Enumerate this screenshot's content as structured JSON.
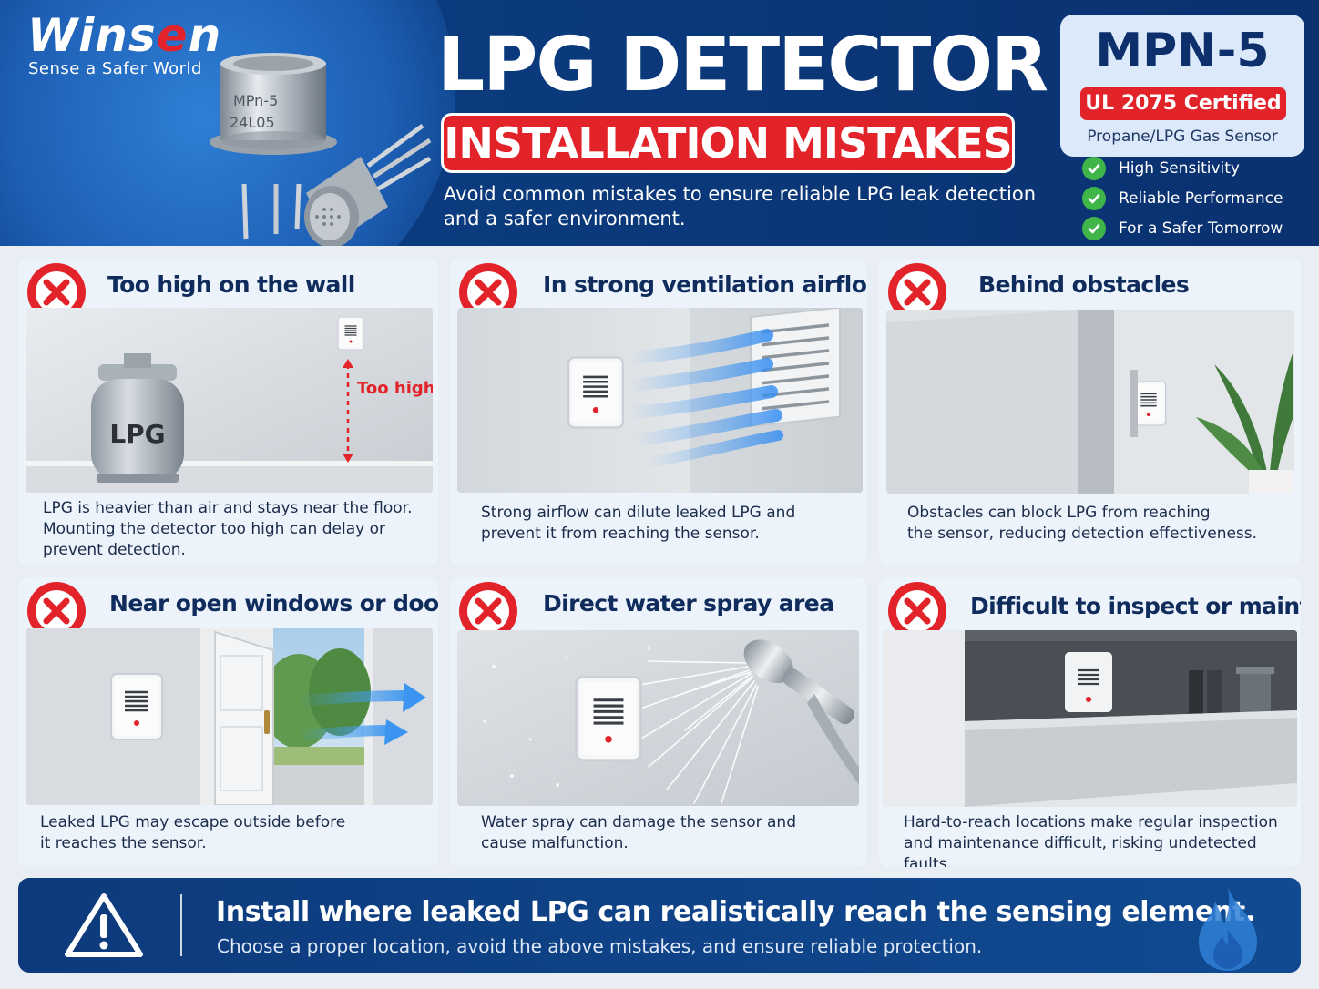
{
  "brand": {
    "logo_prefix": "Wins",
    "logo_accent": "e",
    "logo_suffix": "n",
    "tagline": "Sense a Safer World"
  },
  "sensor_marking": {
    "line1": "MPn-5",
    "line2": "24L05"
  },
  "header": {
    "title": "LPG DETECTOR",
    "subtitle": "INSTALLATION MISTAKES",
    "intro_line1": "Avoid common mistakes to ensure reliable LPG leak detection",
    "intro_line2": "and a safer environment."
  },
  "product": {
    "model": "MPN-5",
    "certification": "UL 2075 Certified",
    "type": "Propane/LPG Gas Sensor",
    "features": [
      "High Sensitivity",
      "Reliable Performance",
      "For a Safer Tomorrow"
    ]
  },
  "cards": [
    {
      "title": "Too high on the wall",
      "scene_label_tank": "LPG",
      "scene_label_height": "Too high",
      "desc_lines": [
        "LPG is heavier than air and stays near the floor.",
        "Mounting the detector too high can delay or",
        "prevent detection."
      ]
    },
    {
      "title": "In strong ventilation airflow",
      "desc_lines": [
        "Strong airflow can dilute leaked LPG and",
        "prevent it from reaching the sensor."
      ]
    },
    {
      "title": "Behind obstacles",
      "desc_lines": [
        "Obstacles can block LPG from reaching",
        "the sensor, reducing detection effectiveness."
      ]
    },
    {
      "title": "Near open windows or doors",
      "desc_lines": [
        "Leaked LPG may escape outside before",
        "it reaches the sensor."
      ]
    },
    {
      "title": "Direct water spray area",
      "desc_lines": [
        "Water spray can damage the sensor and",
        "cause malfunction."
      ]
    },
    {
      "title": "Difficult to inspect or maintain",
      "desc_lines": [
        "Hard-to-reach locations make regular inspection",
        "and maintenance difficult, risking undetected faults."
      ]
    }
  ],
  "footer": {
    "title": "Install where leaked LPG can realistically reach the sensing element.",
    "subtitle": "Choose a proper location, avoid the above mistakes, and ensure reliable protection."
  },
  "colors": {
    "header_blue": "#0b3a7c",
    "alert_red": "#e2232a",
    "check_green": "#3fb54a",
    "title_navy": "#0f2c5c"
  },
  "icons": {
    "mistake": "x-icon",
    "feature": "check-icon",
    "footer": "warning-triangle-icon",
    "footer_decor": "flame-icon"
  }
}
